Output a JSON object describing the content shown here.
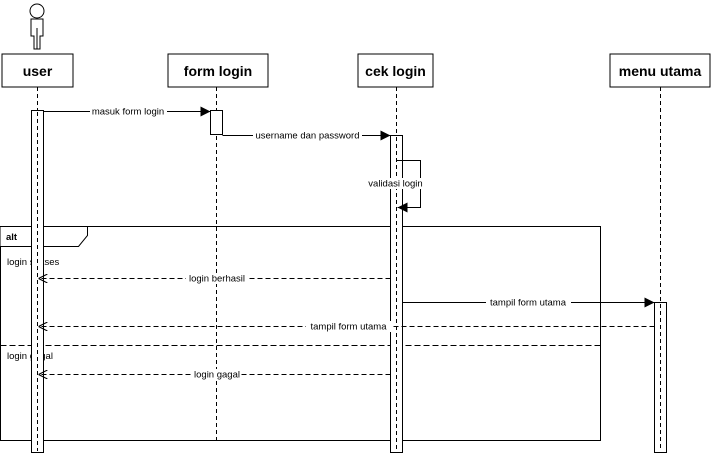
{
  "diagram": {
    "lifelines": [
      {
        "id": "user",
        "label": "user",
        "actor": true
      },
      {
        "id": "form_login",
        "label": "form login"
      },
      {
        "id": "cek_login",
        "label": "cek login"
      },
      {
        "id": "menu_utama",
        "label": "menu utama"
      }
    ],
    "fragment": {
      "operator": "alt",
      "guards": [
        "login sukses",
        "login gagal"
      ]
    },
    "messages": [
      {
        "label": "masuk form login",
        "from": "user",
        "to": "form_login",
        "style": "sync"
      },
      {
        "label": "username dan password",
        "from": "form_login",
        "to": "cek_login",
        "style": "sync"
      },
      {
        "label": "validasi login",
        "from": "cek_login",
        "to": "cek_login",
        "style": "self"
      },
      {
        "label": "login berhasil",
        "from": "cek_login",
        "to": "user",
        "style": "return"
      },
      {
        "label": "tampil form utama",
        "from": "cek_login",
        "to": "menu_utama",
        "style": "sync"
      },
      {
        "label": "tampil form utama",
        "from": "menu_utama",
        "to": "user",
        "style": "return"
      },
      {
        "label": "login gagal",
        "from": "cek_login",
        "to": "user",
        "style": "return"
      }
    ]
  }
}
